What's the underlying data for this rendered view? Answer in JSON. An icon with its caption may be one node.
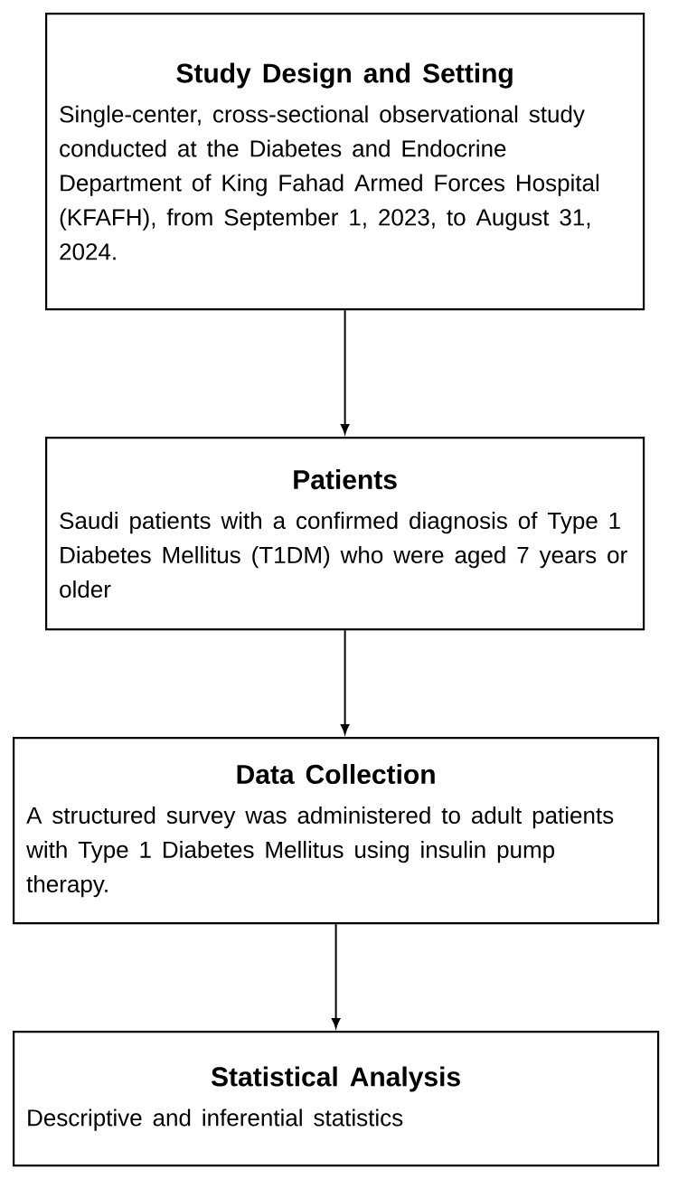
{
  "diagram": {
    "nodes": [
      {
        "text": [
          "Study Design and Setting",
          "Single-center, cross-sectional observational study conducted at the Diabetes and Endocrine Department of King Fahad Armed Forces Hospital (KFAFH), from September 1, 2023, to August 31, 2024."
        ]
      },
      {
        "text": [
          "Patients",
          "Saudi patients with a confirmed diagnosis of Type 1 Diabetes Mellitus (T1DM) who were aged 7 years or older"
        ]
      },
      {
        "text": [
          "Data Collection",
          "A structured survey was administered to adult patients with Type 1 Diabetes Mellitus using insulin pump therapy."
        ]
      },
      {
        "text": [
          "Statistical Analysis",
          "Descriptive and inferential statistics"
        ]
      }
    ],
    "edges": [
      {
        "from": 0,
        "to": 1,
        "arrow": "to"
      },
      {
        "from": 1,
        "to": 2,
        "arrow": "to"
      },
      {
        "from": 2,
        "to": 3,
        "arrow": "to"
      }
    ]
  }
}
